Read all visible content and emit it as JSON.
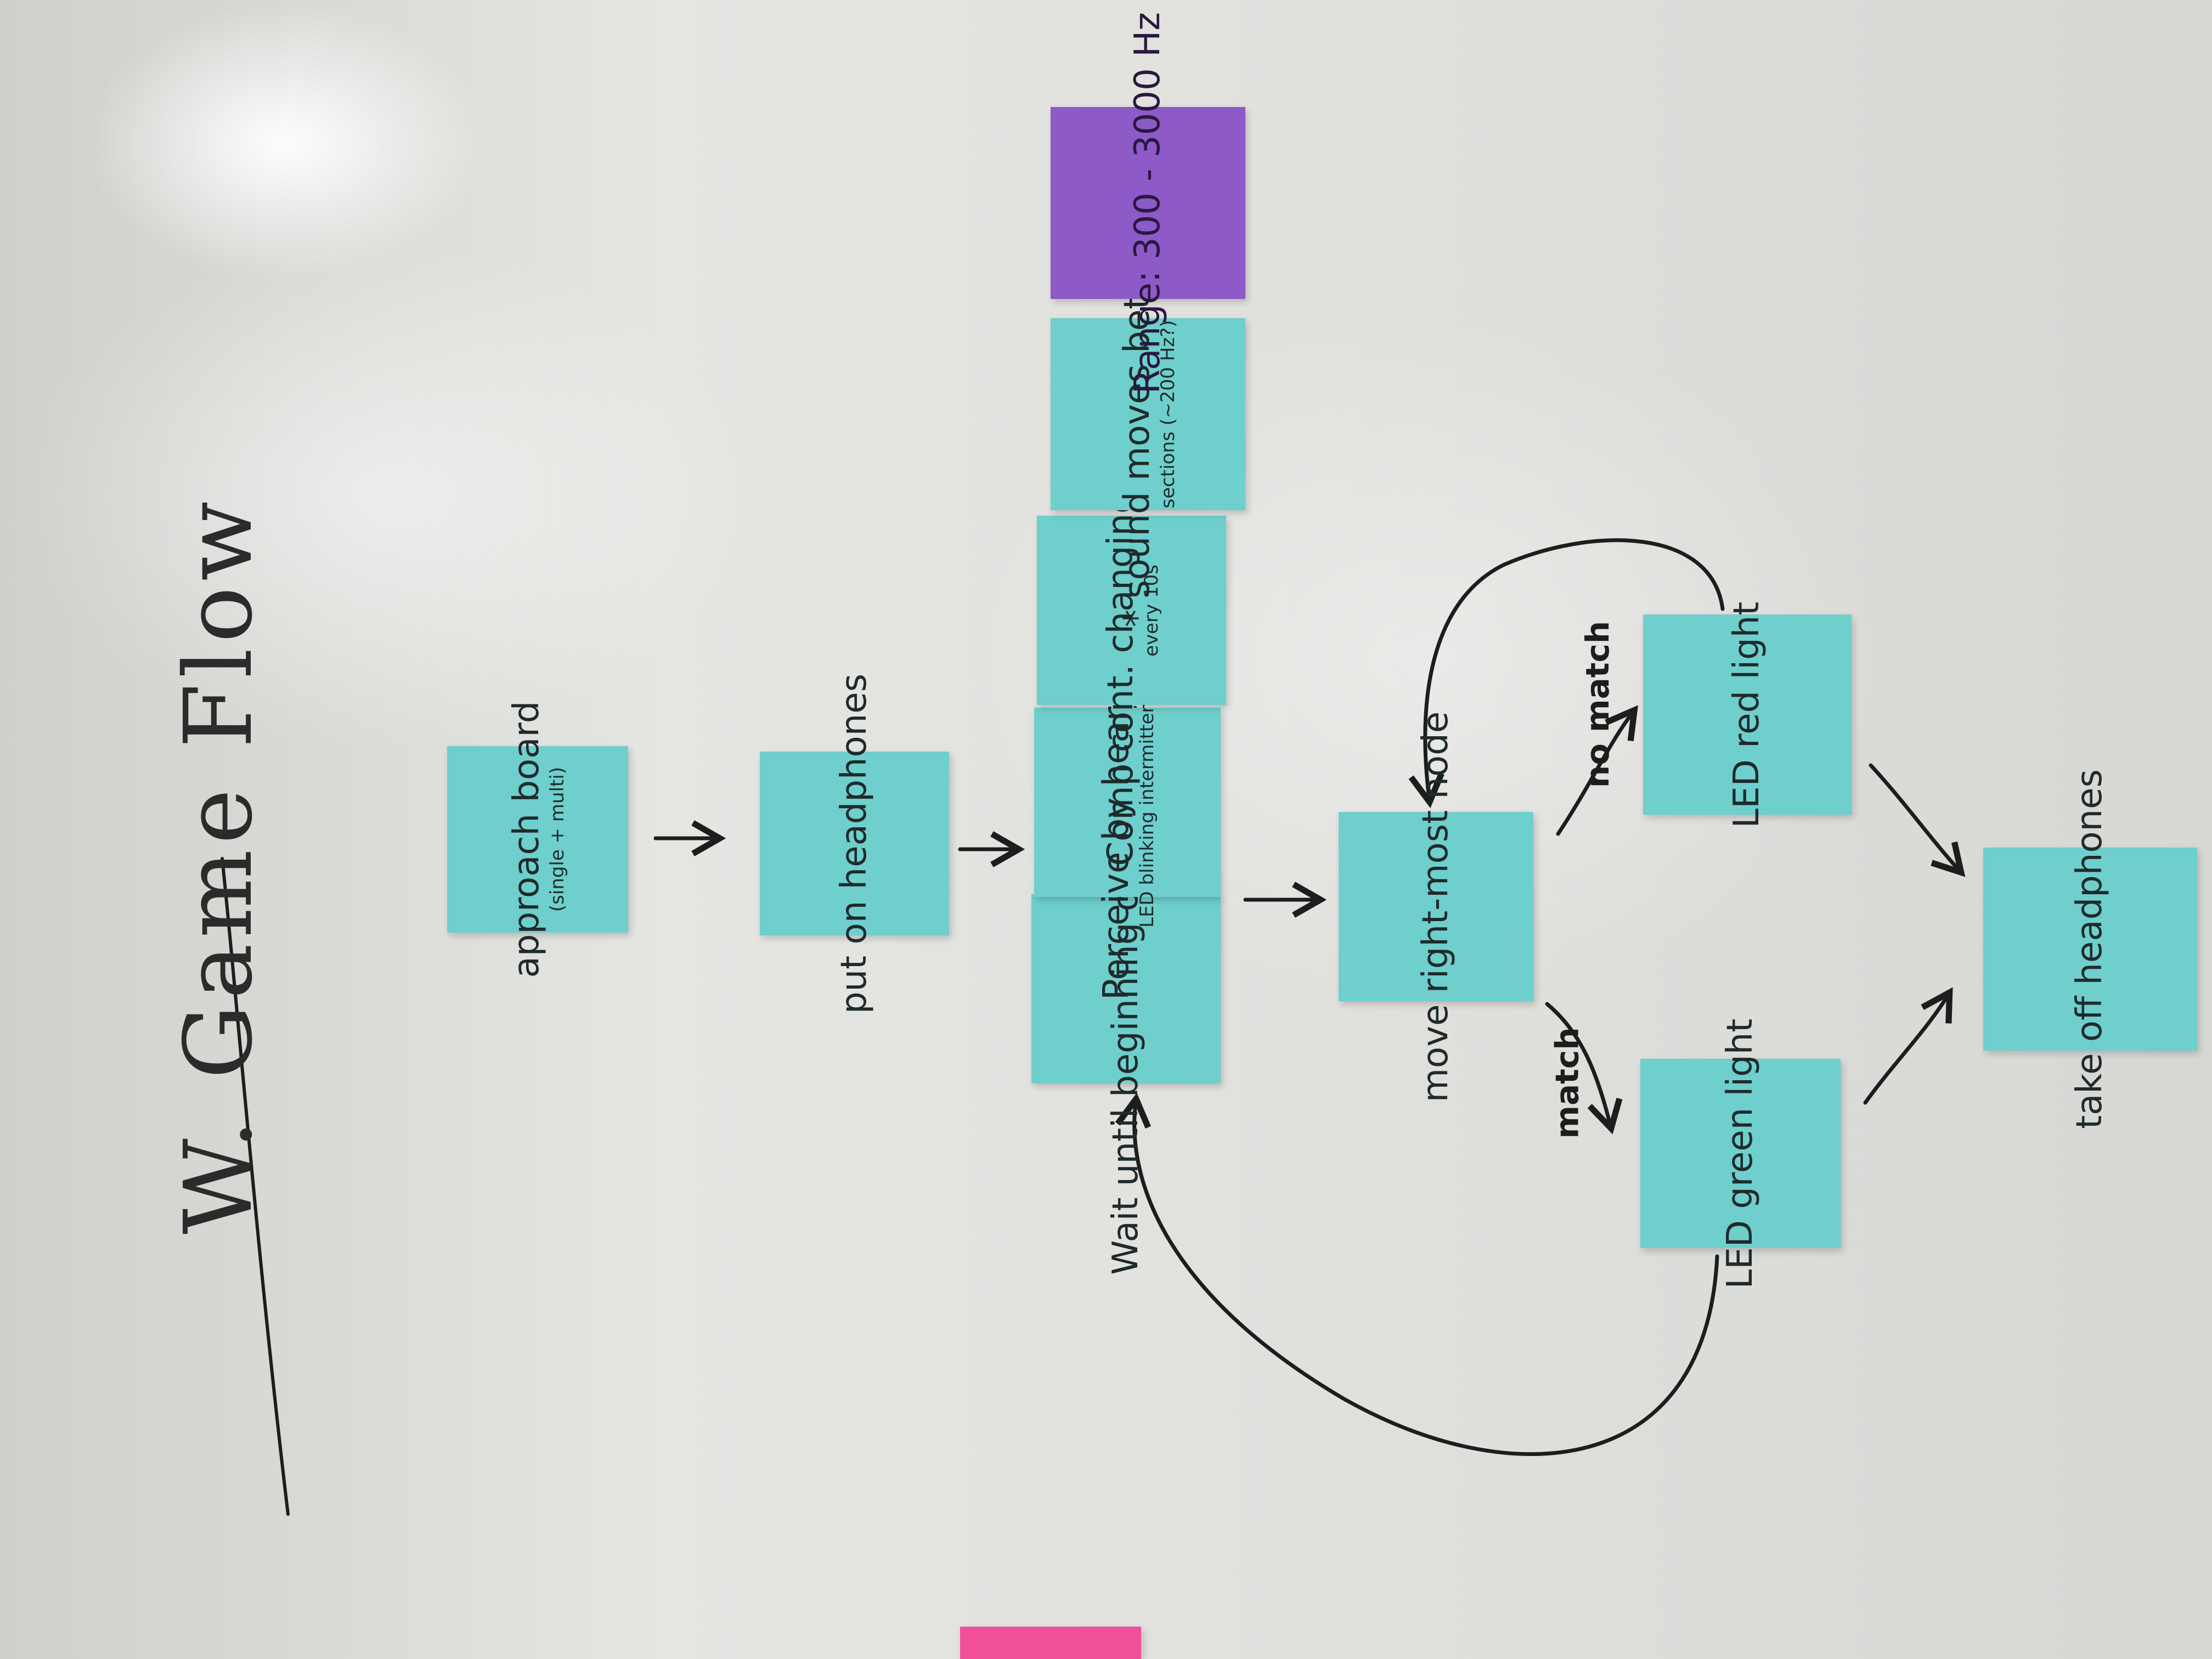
{
  "title": "W. Game Flow",
  "notes": {
    "approach": {
      "main": "approach board",
      "small": "(single + multi)"
    },
    "headphones_on": {
      "main": "put on headphones"
    },
    "wait": {
      "main": "Wait until beginning of new tone"
    },
    "perceive": {
      "main": "Perceive by hearing or",
      "small": "LED blinking intermittently"
    },
    "comp": {
      "main": "Comp cont. changing sounds",
      "small": "every 10s"
    },
    "sound": {
      "main": "* sound moves between",
      "small": "sections (~200 Hz?)"
    },
    "range": {
      "main": "Range: 300 - 3000 Hz"
    },
    "move": {
      "main": "move right-most node"
    },
    "green": {
      "main": "LED green light"
    },
    "red": {
      "main": "LED red light"
    },
    "take_off": {
      "main": "take off headphones"
    }
  },
  "labels": {
    "match": "match",
    "no_match": "no match"
  },
  "colors": {
    "note_teal": "#6ecfcd",
    "note_purple": "#8d5ac8",
    "note_pink": "#f0509a",
    "ink": "#1d1d1d"
  }
}
